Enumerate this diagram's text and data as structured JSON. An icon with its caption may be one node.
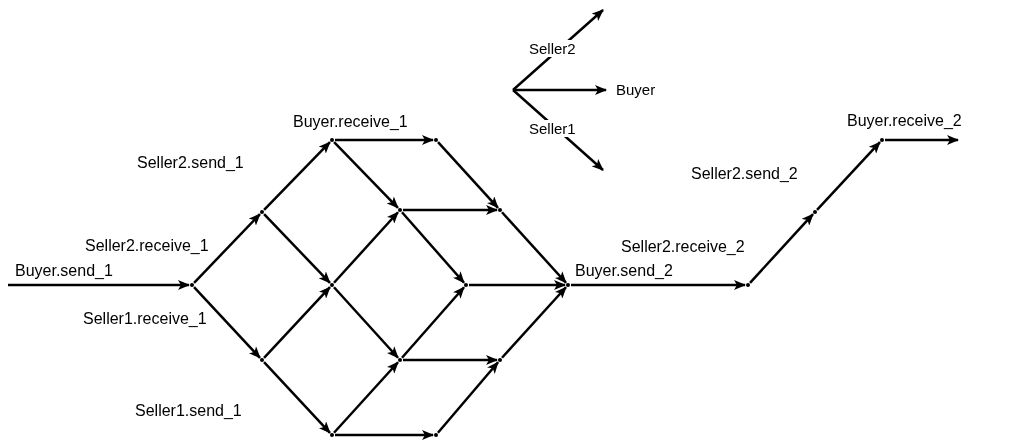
{
  "diagram": {
    "nodes": [
      {
        "text": [],
        "shape": "dot"
      },
      {
        "text": [],
        "shape": "dot"
      },
      {
        "text": [],
        "shape": "dot"
      },
      {
        "text": [],
        "shape": "dot"
      },
      {
        "text": [],
        "shape": "dot"
      },
      {
        "text": [],
        "shape": "dot"
      },
      {
        "text": [],
        "shape": "dot"
      },
      {
        "text": [],
        "shape": "dot"
      },
      {
        "text": [],
        "shape": "dot"
      },
      {
        "text": [],
        "shape": "dot"
      },
      {
        "text": [],
        "shape": "dot"
      },
      {
        "text": [],
        "shape": "dot"
      },
      {
        "text": [],
        "shape": "dot"
      },
      {
        "text": [],
        "shape": "dot"
      },
      {
        "text": [],
        "shape": "dot"
      },
      {
        "text": [],
        "shape": "dot"
      },
      {
        "text": [],
        "shape": "dot"
      }
    ],
    "edges": [
      {
        "from": null,
        "to": 0,
        "arrow": "to",
        "label": "Buyer.send_1"
      },
      {
        "from": 0,
        "to": 1,
        "arrow": "to",
        "label": "Seller2.receive_1"
      },
      {
        "from": 0,
        "to": 2,
        "arrow": "to",
        "label": "Seller1.receive_1"
      },
      {
        "from": 1,
        "to": 3,
        "arrow": "to",
        "label": "Seller2.send_1"
      },
      {
        "from": 1,
        "to": 4,
        "arrow": "to"
      },
      {
        "from": 2,
        "to": 4,
        "arrow": "to"
      },
      {
        "from": 2,
        "to": 5,
        "arrow": "to",
        "label": "Seller1.send_1"
      },
      {
        "from": 3,
        "to": 8,
        "arrow": "to",
        "label": "Buyer.receive_1"
      },
      {
        "from": 3,
        "to": 6,
        "arrow": "to"
      },
      {
        "from": 4,
        "to": 6,
        "arrow": "to"
      },
      {
        "from": 4,
        "to": 7,
        "arrow": "to"
      },
      {
        "from": 5,
        "to": 7,
        "arrow": "to"
      },
      {
        "from": 5,
        "to": 9,
        "arrow": "to"
      },
      {
        "from": 6,
        "to": 11,
        "arrow": "to"
      },
      {
        "from": 6,
        "to": 10,
        "arrow": "to"
      },
      {
        "from": 7,
        "to": 10,
        "arrow": "to"
      },
      {
        "from": 7,
        "to": 12,
        "arrow": "to"
      },
      {
        "from": 8,
        "to": 11,
        "arrow": "to"
      },
      {
        "from": 9,
        "to": 12,
        "arrow": "to"
      },
      {
        "from": 10,
        "to": 13,
        "arrow": "to"
      },
      {
        "from": 11,
        "to": 13,
        "arrow": "to"
      },
      {
        "from": 12,
        "to": 13,
        "arrow": "to"
      },
      {
        "from": 13,
        "to": 14,
        "arrow": "to",
        "label": "Buyer.send_2"
      },
      {
        "from": 14,
        "to": 15,
        "arrow": "to",
        "label": "Seller2.receive_2"
      },
      {
        "from": 15,
        "to": 16,
        "arrow": "to",
        "label": "Seller2.send_2"
      },
      {
        "from": 16,
        "to": null,
        "arrow": "to",
        "label": "Buyer.receive_2"
      }
    ],
    "legend": [
      {
        "text": "Seller2"
      },
      {
        "text": "Buyer"
      },
      {
        "text": "Seller1"
      }
    ]
  }
}
